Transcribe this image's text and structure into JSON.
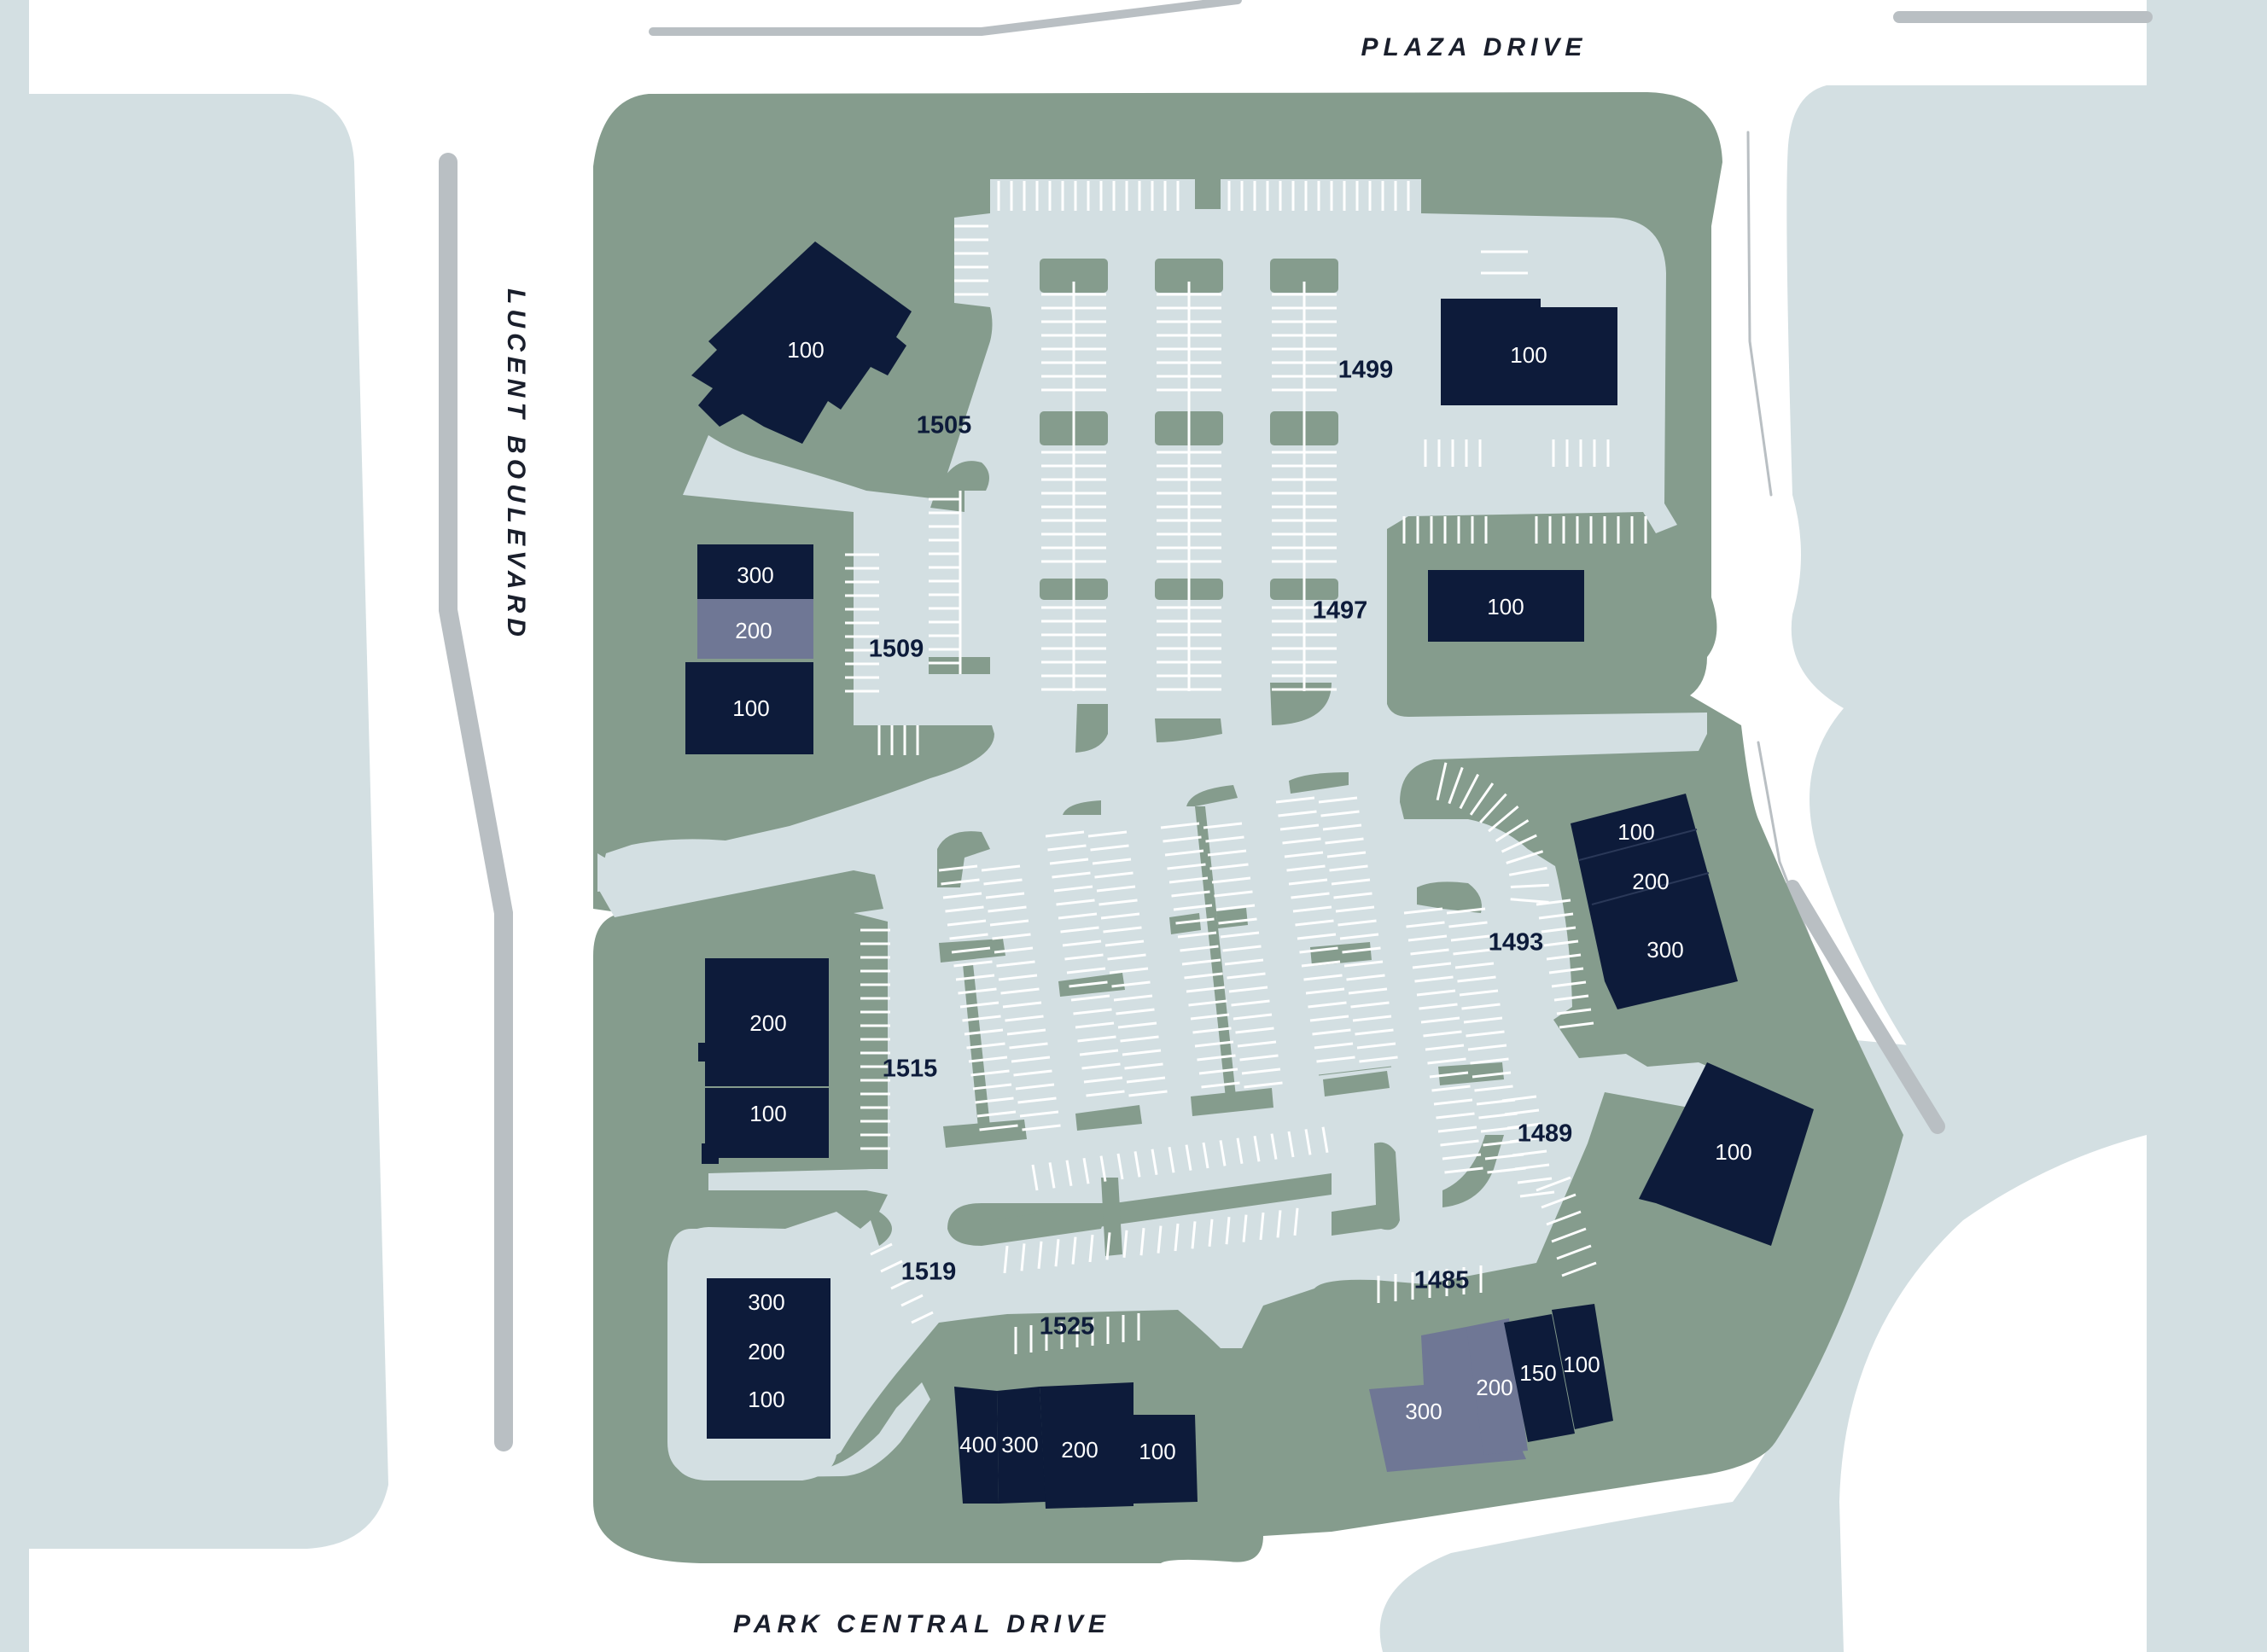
{
  "streets": {
    "top": "PLAZA DRIVE",
    "bottom": "PARK CENTRAL DRIVE",
    "left": "LUCENT BOULEVARD"
  },
  "addresses": {
    "a1505": "1505",
    "a1509": "1509",
    "a1499": "1499",
    "a1497": "1497",
    "a1493": "1493",
    "a1515": "1515",
    "a1489": "1489",
    "a1519": "1519",
    "a1525": "1525",
    "a1485": "1485"
  },
  "units": {
    "b1505_100": "100",
    "b1509_300": "300",
    "b1509_200": "200",
    "b1509_100": "100",
    "b1499_100": "100",
    "b1497_100": "100",
    "b1493_100": "100",
    "b1493_200": "200",
    "b1493_300": "300",
    "b1515_200": "200",
    "b1515_100": "100",
    "b1489_100": "100",
    "b1519_300": "300",
    "b1519_200": "200",
    "b1519_100": "100",
    "b1525_400": "400",
    "b1525_300": "300",
    "b1525_200": "200",
    "b1525_100": "100",
    "b1485_300": "300",
    "b1485_200": "200",
    "b1485_150": "150",
    "b1485_100": "100"
  },
  "colors": {
    "background": "#ffffff",
    "surrounding_land": "#d3dfe2",
    "green_space": "#859c8d",
    "paving": "#d3dfe2",
    "building": "#0d1b3a",
    "available_unit": "#6f7795",
    "road_line": "#b9bfc3"
  }
}
